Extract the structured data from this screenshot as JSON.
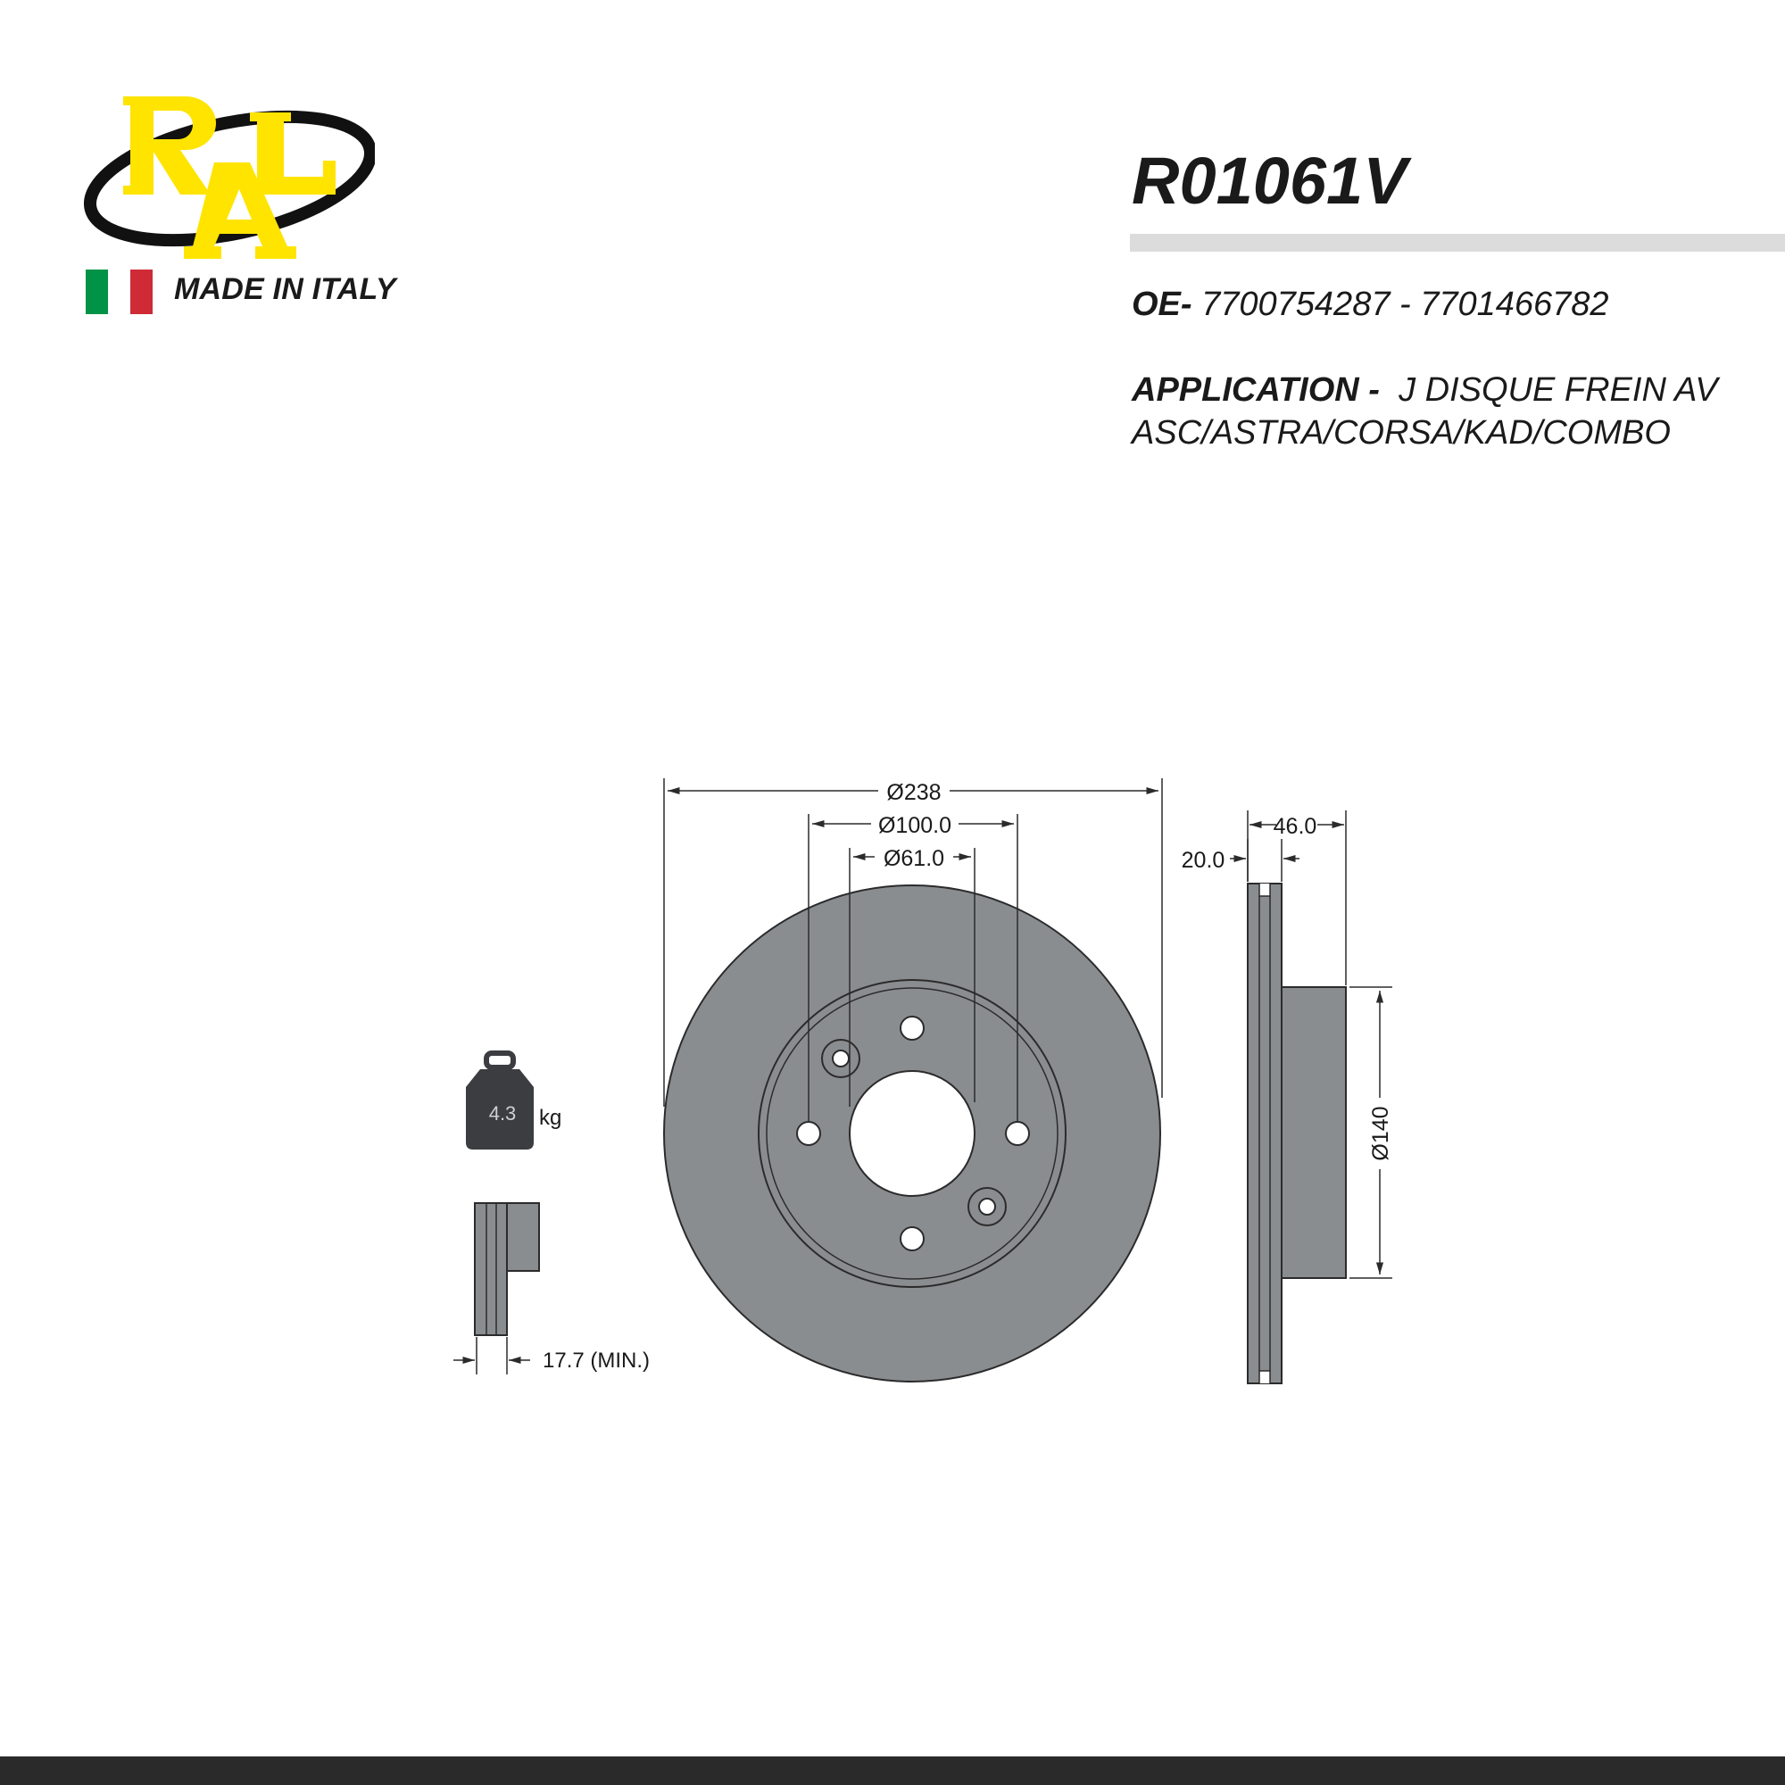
{
  "brand": {
    "logo_text": "RLA",
    "colors": {
      "logo_yellow": "#ffe400",
      "ellipse": "#111111"
    }
  },
  "origin": {
    "label": "MADE IN ITALY",
    "flag_colors": [
      "#009246",
      "#ffffff",
      "#ce2b37"
    ]
  },
  "product": {
    "part_number": "R01061V",
    "oe_label": "OE-",
    "oe_numbers": "7700754287 - 7701466782",
    "application_label": "APPLICATION -",
    "application_line1": "J DISQUE FREIN AV",
    "application_line2": "ASC/ASTRA/CORSA/KAD/COMBO"
  },
  "drawing": {
    "colors": {
      "disc_fill": "#8a8d90",
      "line": "#2b2b2b",
      "weight_fill": "#3b3d40"
    },
    "dims": {
      "outer_diameter": "Ø238",
      "pcd": "Ø100.0",
      "center_bore": "Ø61.0",
      "thickness": "20.0",
      "height": "46.0",
      "hat_diameter": "Ø140",
      "min_thickness": "17.7 (MIN.)"
    },
    "weight": {
      "value": "4.3",
      "unit": "kg"
    }
  }
}
